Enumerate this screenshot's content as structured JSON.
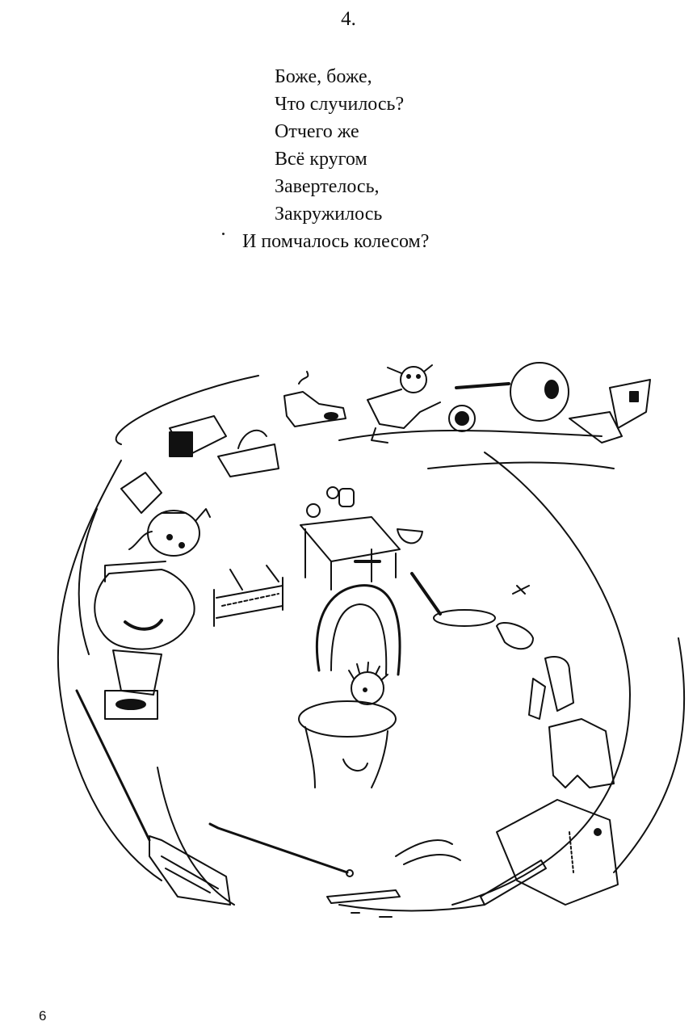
{
  "page": {
    "chapter_number": "4.",
    "page_number": "6"
  },
  "poem": {
    "lines": [
      "Боже, боже,",
      "Что случилось?",
      "Отчего же",
      "Всё кругом",
      "Завертелось,",
      "Закружилось",
      "И помчалось колесом?"
    ]
  },
  "illustration": {
    "ink_color": "#111111",
    "paper_color": "#ffffff"
  }
}
